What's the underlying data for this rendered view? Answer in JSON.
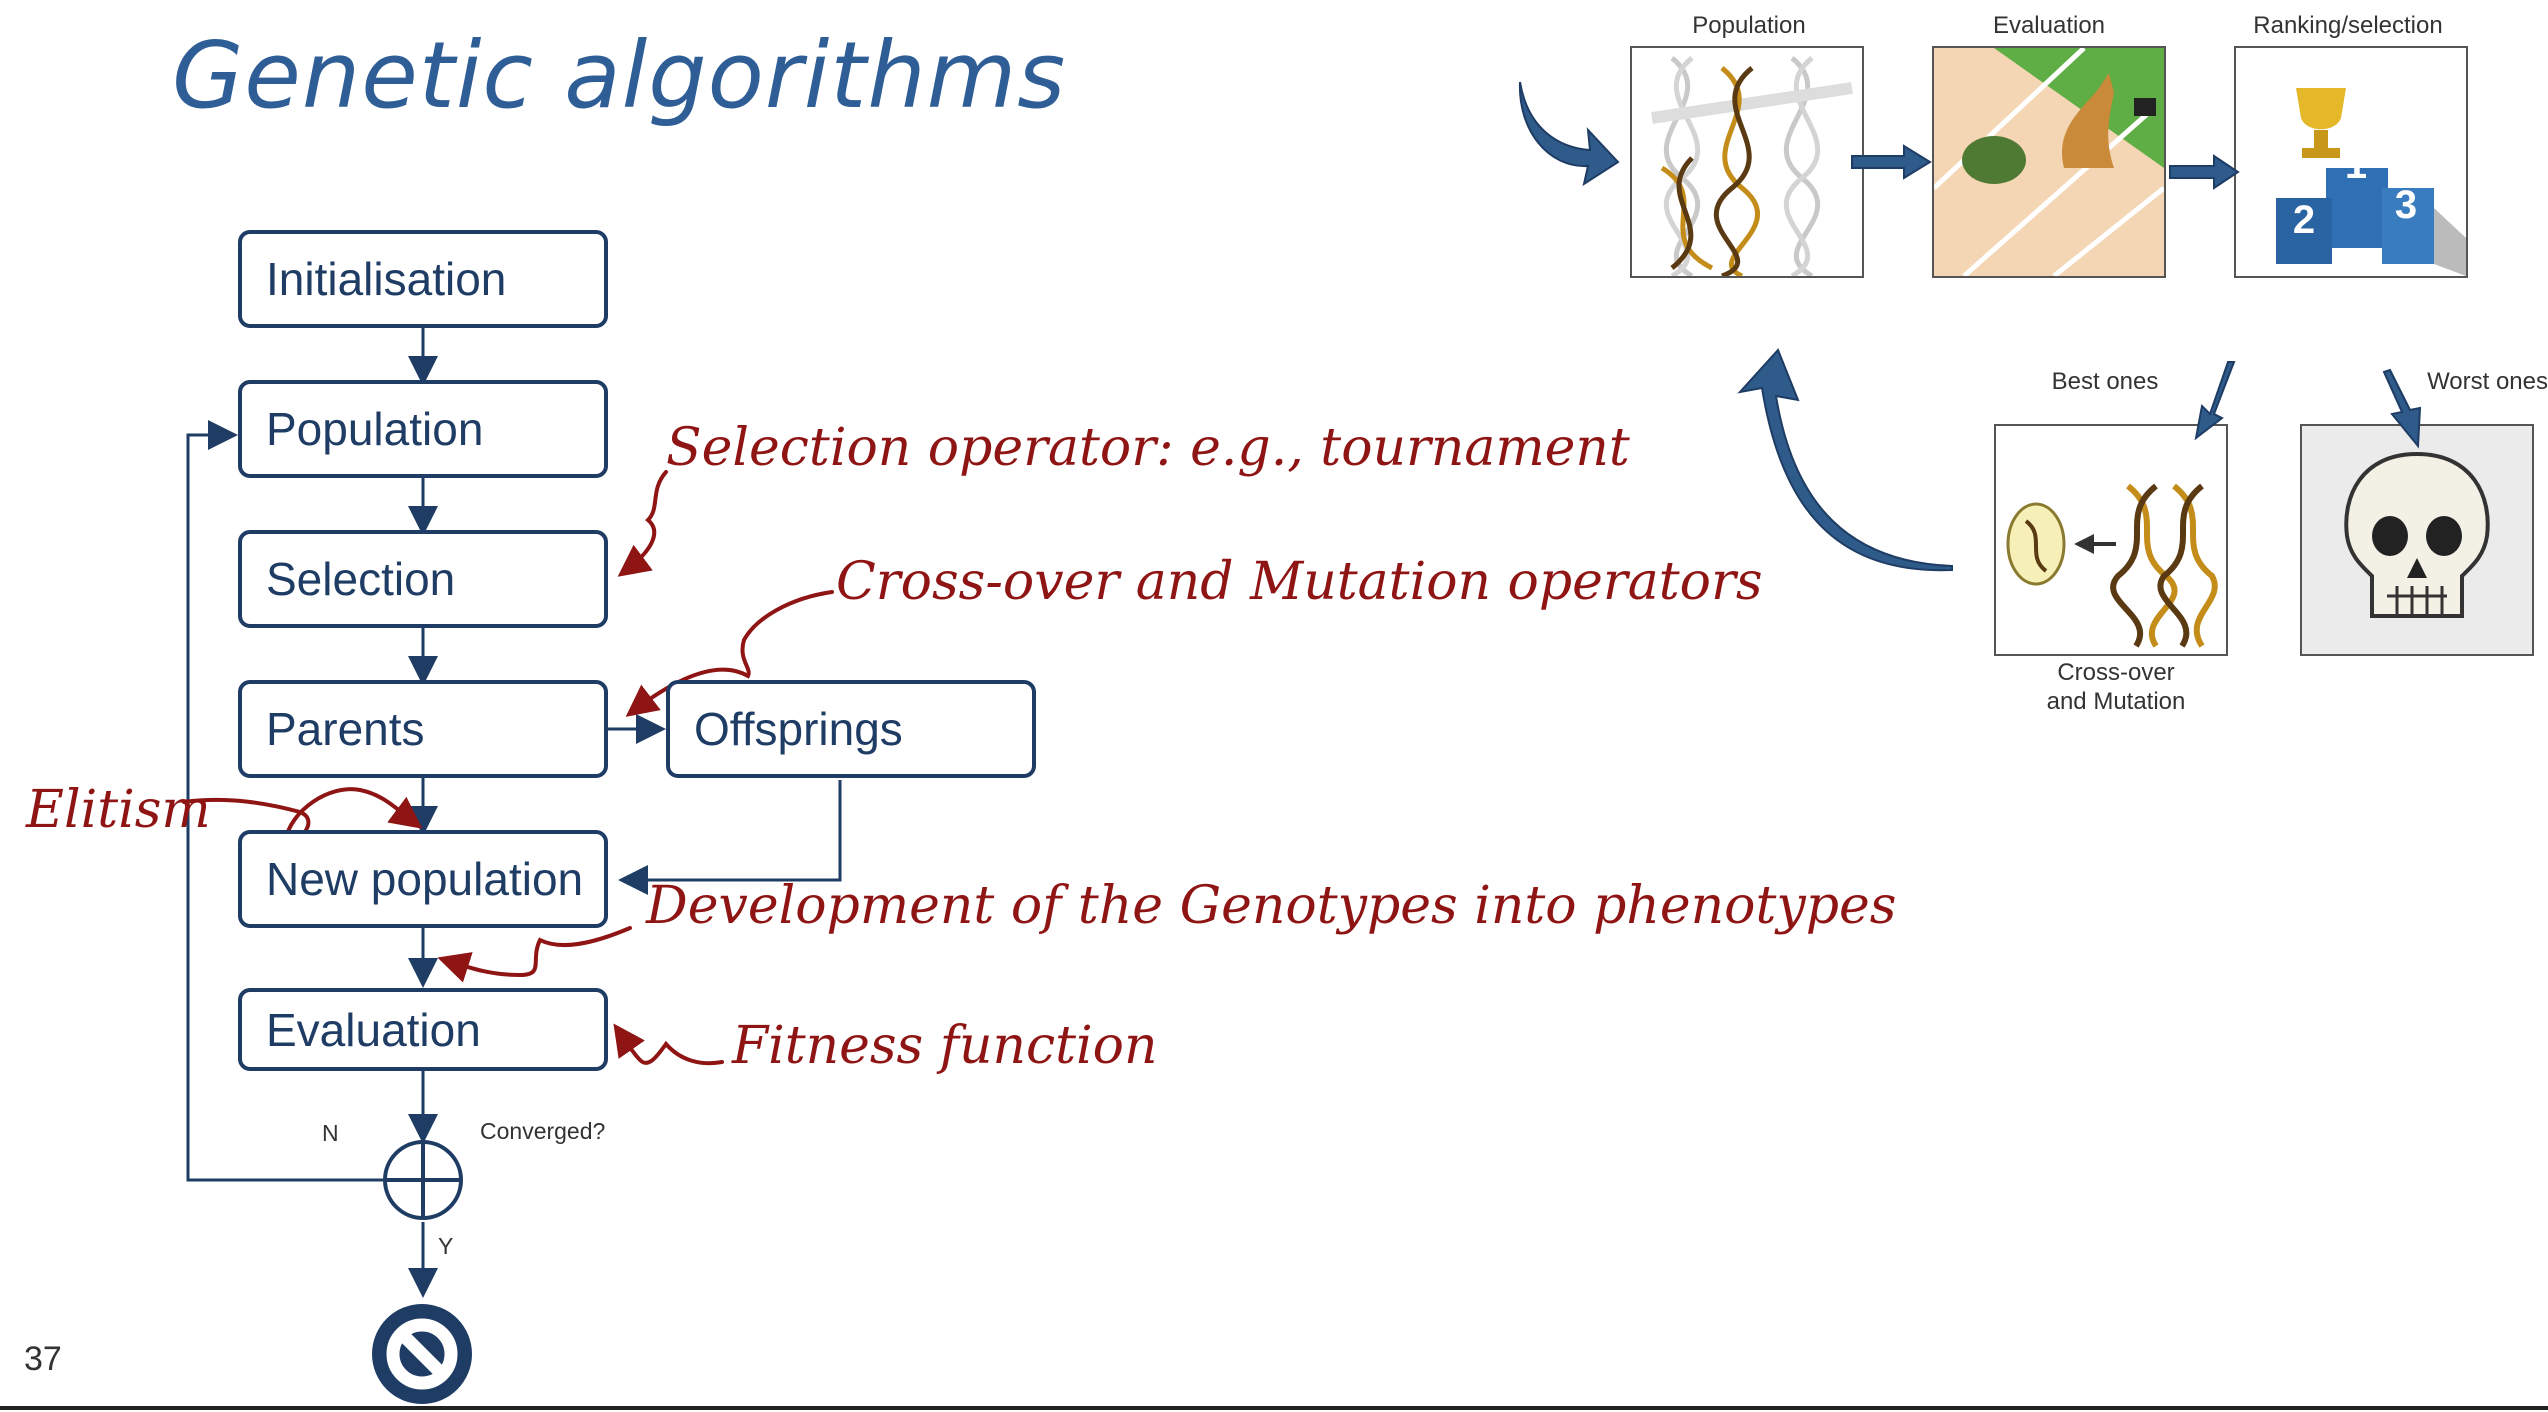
{
  "title": "Genetic algorithms",
  "page_number": "37",
  "flowchart": {
    "boxes": {
      "initialisation": "Initialisation",
      "population": "Population",
      "selection": "Selection",
      "parents": "Parents",
      "offsprings": "Offsprings",
      "new_population": "New population",
      "evaluation": "Evaluation"
    },
    "decision": {
      "label": "Converged?",
      "no": "N",
      "yes": "Y"
    }
  },
  "annotations": {
    "selection_operator": "Selection operator: e.g., tournament",
    "crossover_mutation": "Cross-over and Mutation operators",
    "elitism": "Elitism",
    "development": "Development of the Genotypes into phenotypes",
    "fitness": "Fitness function"
  },
  "illustration": {
    "population": "Population",
    "evaluation": "Evaluation",
    "ranking": "Ranking/selection",
    "best": "Best ones",
    "worst": "Worst ones",
    "crossover_line1": "Cross-over",
    "crossover_line2": "and Mutation",
    "podium_1": "1",
    "podium_2": "2",
    "podium_3": "3"
  },
  "colors": {
    "title": "#2f5e97",
    "box_border": "#1e3c64",
    "annotation": "#8f1515",
    "arrow_fill": "#2e5b8a"
  }
}
